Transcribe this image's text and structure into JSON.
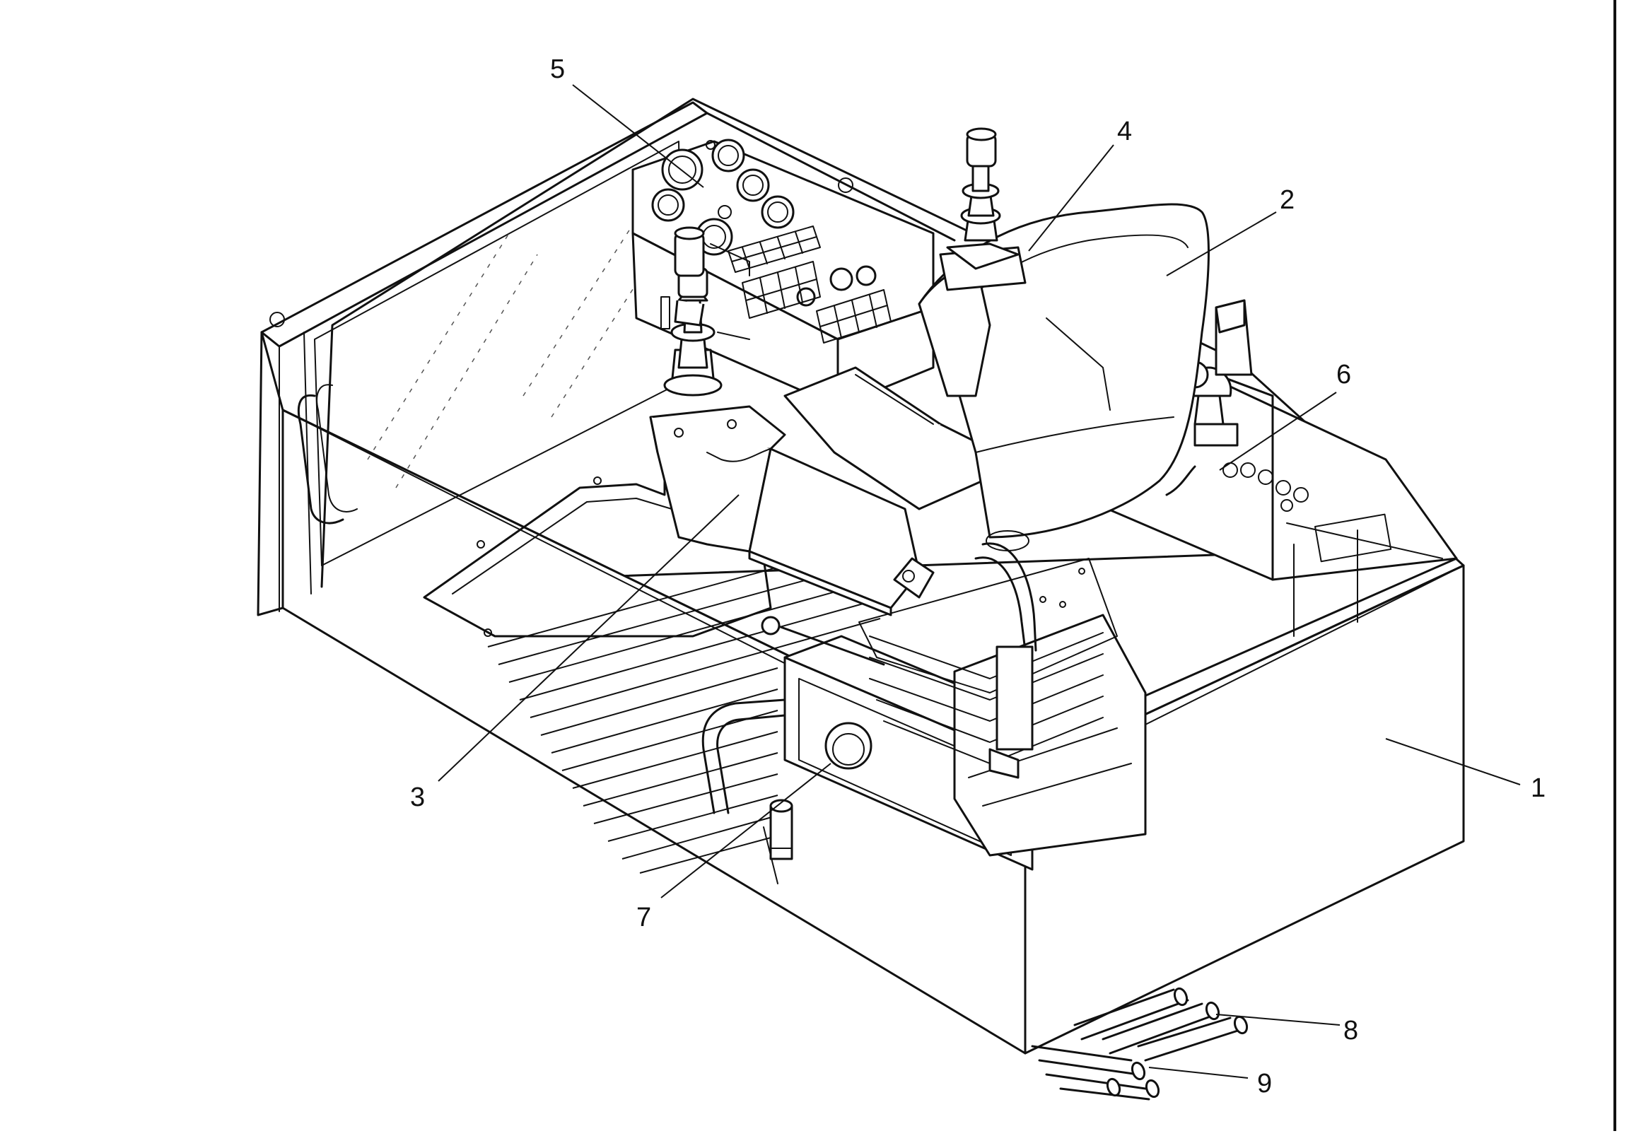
{
  "callouts": [
    {
      "id": "1",
      "label": "1"
    },
    {
      "id": "2",
      "label": "2"
    },
    {
      "id": "3",
      "label": "3"
    },
    {
      "id": "4",
      "label": "4"
    },
    {
      "id": "5",
      "label": "5"
    },
    {
      "id": "6",
      "label": "6"
    },
    {
      "id": "7",
      "label": "7"
    },
    {
      "id": "8",
      "label": "8"
    },
    {
      "id": "9",
      "label": "9"
    }
  ],
  "colors": {
    "ink": "#111111",
    "paper": "#ffffff"
  }
}
